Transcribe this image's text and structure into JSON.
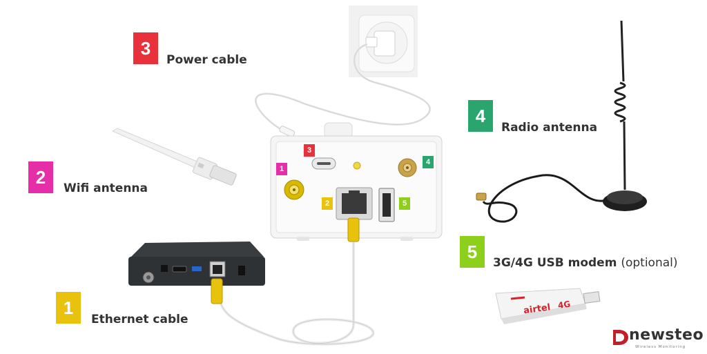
{
  "colors": {
    "ethernet": "#e8c20c",
    "wifi": "#e62ea8",
    "power": "#e8313a",
    "radio": "#2aa56e",
    "modem": "#8ecf1c"
  },
  "callouts": {
    "power": {
      "number": "3",
      "label": "Power cable"
    },
    "wifi": {
      "number": "2",
      "label": "Wifi antenna"
    },
    "radio": {
      "number": "4",
      "label": "Radio antenna"
    },
    "modem": {
      "number": "5",
      "label": "3G/4G USB modem",
      "note": "(optional)"
    },
    "ethernet": {
      "number": "1",
      "label": "Ethernet cable"
    }
  },
  "device_markers": [
    "1",
    "3",
    "2",
    "5",
    "4"
  ],
  "modem_brand": "airtel",
  "modem_badge": "4G",
  "logo": {
    "name": "newsteo",
    "tagline": "Wireless Monitoring"
  }
}
